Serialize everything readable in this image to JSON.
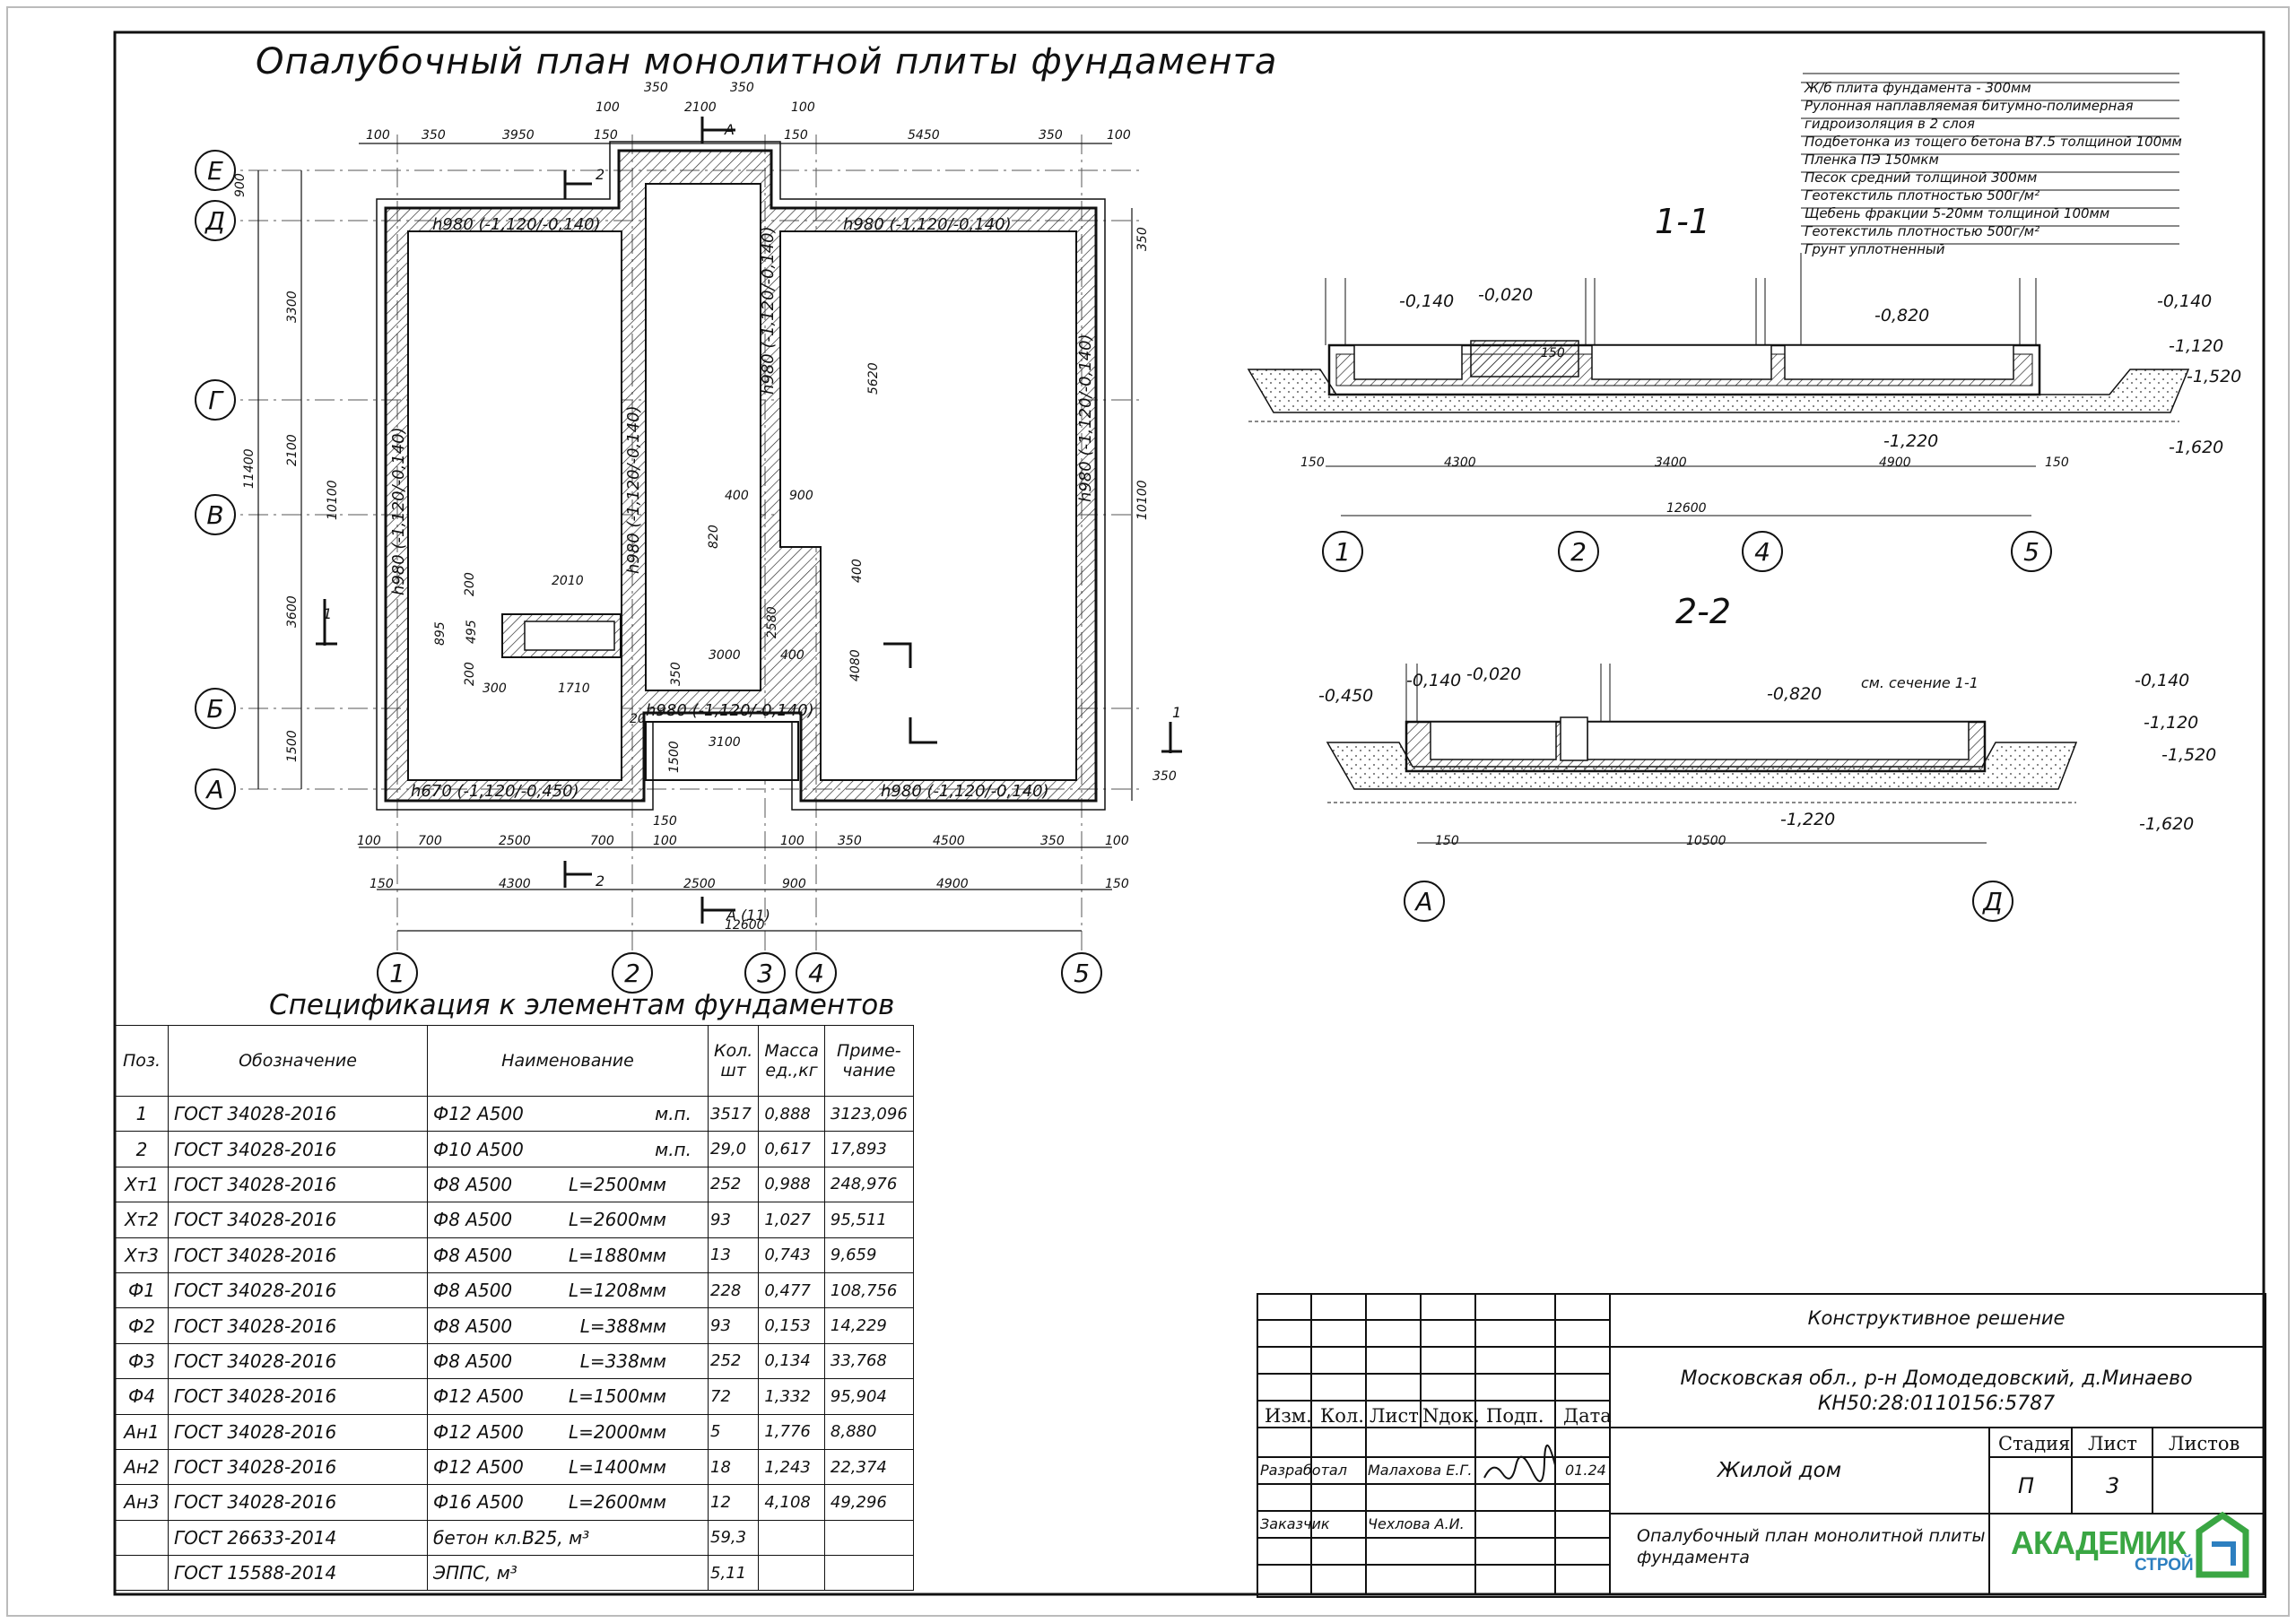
{
  "title": "Опалубочный план монолитной плиты фундамента",
  "plan": {
    "axes_letters": [
      "Е",
      "Д",
      "Г",
      "В",
      "Б",
      "А"
    ],
    "axes_numbers": [
      "1",
      "2",
      "3",
      "4",
      "5"
    ],
    "top_dims": [
      "100",
      "350",
      "3950",
      "150",
      "100",
      "350",
      "2100",
      "350",
      "100",
      "150",
      "5450",
      "350",
      "100"
    ],
    "bottom_dims_1": [
      "100",
      "700",
      "2500",
      "700",
      "100",
      "100",
      "350",
      "4500",
      "350",
      "100"
    ],
    "bottom_dims_2": [
      "150",
      "4300",
      "2500",
      "900",
      "4900",
      "150"
    ],
    "overall_x": "12600",
    "left_dims": [
      "900",
      "3300",
      "2100",
      "3600",
      "1500"
    ],
    "overall_left": "11400",
    "inner_left": "10100",
    "right_dims": [
      "350",
      "10100",
      "350"
    ],
    "mid_dims": [
      "5620",
      "400",
      "900",
      "820",
      "400",
      "2580",
      "4080",
      "3000",
      "400",
      "1710",
      "2010",
      "300",
      "895",
      "495",
      "200",
      "200",
      "3100",
      "150",
      "1500",
      "350",
      "20"
    ],
    "rib_labels": [
      "h980 (-1,120/-0,140)",
      "h670 (-1,120/-0,450)"
    ],
    "section_marks": [
      "1",
      "1",
      "2",
      "2",
      "А",
      "А (11)"
    ]
  },
  "section_1_1": {
    "title": "1-1",
    "layers": [
      "Ж/б плита фундамента - 300мм",
      "Рулонная наплавляемая битумно-полимерная",
      "гидроизоляция в 2 слоя",
      "Подбетонка из тощего бетона B7.5 толщиной 100мм",
      "Пленка ПЭ 150мкм",
      "Песок средний толщиной 300мм",
      "Геотекстиль плотностью 500г/м²",
      "Щебень фракции 5-20мм толщиной 100мм",
      "Геотекстиль плотностью 500г/м²",
      "Грунт уплотненный"
    ],
    "levels": [
      "-0,140",
      "-0,020",
      "-0,820",
      "-0,140",
      "-1,120",
      "-1,520",
      "-1,220",
      "-1,620"
    ],
    "dims": [
      "150",
      "4300",
      "3400",
      "4900",
      "150",
      "12600",
      "150"
    ],
    "axes": [
      "1",
      "2",
      "4",
      "5"
    ]
  },
  "section_2_2": {
    "title": "2-2",
    "levels": [
      "-0,450",
      "-0,140",
      "-0,020",
      "-0,820",
      "-0,140",
      "-1,120",
      "-1,520",
      "-1,220",
      "-1,620"
    ],
    "note": "см. сечение 1-1",
    "dims": [
      "150",
      "10500"
    ],
    "axes": [
      "А",
      "Д"
    ]
  },
  "spec": {
    "title": "Спецификация к элементам фундаментов",
    "headers": [
      "Поз.",
      "Обозначение",
      "Наименование",
      "Кол. шт",
      "Масса ед.,кг",
      "Приме- чание"
    ],
    "rows": [
      {
        "pos": "1",
        "doc": "ГОСТ 34028-2016",
        "name": "Ф12 А500",
        "ext": "м.п.",
        "qty": "3517",
        "mass": "0,888",
        "note": "3123,096"
      },
      {
        "pos": "2",
        "doc": "ГОСТ 34028-2016",
        "name": "Ф10 А500",
        "ext": "м.п.",
        "qty": "29,0",
        "mass": "0,617",
        "note": "17,893"
      },
      {
        "pos": "Хт1",
        "doc": "ГОСТ 34028-2016",
        "name": "Ф8 А500",
        "ext": "L=2500мм",
        "qty": "252",
        "mass": "0,988",
        "note": "248,976"
      },
      {
        "pos": "Хт2",
        "doc": "ГОСТ 34028-2016",
        "name": "Ф8 А500",
        "ext": "L=2600мм",
        "qty": "93",
        "mass": "1,027",
        "note": "95,511"
      },
      {
        "pos": "Хт3",
        "doc": "ГОСТ 34028-2016",
        "name": "Ф8 А500",
        "ext": "L=1880мм",
        "qty": "13",
        "mass": "0,743",
        "note": "9,659"
      },
      {
        "pos": "Ф1",
        "doc": "ГОСТ 34028-2016",
        "name": "Ф8 А500",
        "ext": "L=1208мм",
        "qty": "228",
        "mass": "0,477",
        "note": "108,756"
      },
      {
        "pos": "Ф2",
        "doc": "ГОСТ 34028-2016",
        "name": "Ф8 А500",
        "ext": "L=388мм",
        "qty": "93",
        "mass": "0,153",
        "note": "14,229"
      },
      {
        "pos": "Ф3",
        "doc": "ГОСТ 34028-2016",
        "name": "Ф8 А500",
        "ext": "L=338мм",
        "qty": "252",
        "mass": "0,134",
        "note": "33,768"
      },
      {
        "pos": "Ф4",
        "doc": "ГОСТ 34028-2016",
        "name": "Ф12 А500",
        "ext": "L=1500мм",
        "qty": "72",
        "mass": "1,332",
        "note": "95,904"
      },
      {
        "pos": "Ан1",
        "doc": "ГОСТ 34028-2016",
        "name": "Ф12 А500",
        "ext": "L=2000мм",
        "qty": "5",
        "mass": "1,776",
        "note": "8,880"
      },
      {
        "pos": "Ан2",
        "doc": "ГОСТ 34028-2016",
        "name": "Ф12 А500",
        "ext": "L=1400мм",
        "qty": "18",
        "mass": "1,243",
        "note": "22,374"
      },
      {
        "pos": "Ан3",
        "doc": "ГОСТ 34028-2016",
        "name": "Ф16 А500",
        "ext": "L=2600мм",
        "qty": "12",
        "mass": "4,108",
        "note": "49,296"
      },
      {
        "pos": "",
        "doc": "ГОСТ 26633-2014",
        "name": "бетон кл.В25, м³",
        "ext": "",
        "qty": "59,3",
        "mass": "",
        "note": ""
      },
      {
        "pos": "",
        "doc": "ГОСТ 15588-2014",
        "name": "ЭППС, м³",
        "ext": "",
        "qty": "5,11",
        "mass": "",
        "note": ""
      }
    ]
  },
  "title_block": {
    "columns": [
      "Изм.",
      "Кол.",
      "Лист",
      "Nдок.",
      "Подп.",
      "Дата"
    ],
    "developed_label": "Разработал",
    "developed_name": "Малахова Е.Г.",
    "date": "01.24",
    "customer_label": "Заказчик",
    "customer_name": "Чехлова А.И.",
    "section": "Конструктивное решение",
    "address_line1": "Московская обл., р-н Домодедовский, д.Минаево",
    "address_line2": "КН50:28:0110156:5787",
    "object": "Жилой дом",
    "stage_label": "Стадия",
    "sheet_label": "Лист",
    "sheets_label": "Листов",
    "stage": "П",
    "sheet": "3",
    "sheets": "",
    "drawing_name_1": "Опалубочный план монолитной плиты",
    "drawing_name_2": "фундамента",
    "logo_main": "АКАДЕМИК",
    "logo_sub": "СТРОЙ",
    "logo_color": "#3aa643",
    "logo_sub_color": "#2d7fc0"
  }
}
